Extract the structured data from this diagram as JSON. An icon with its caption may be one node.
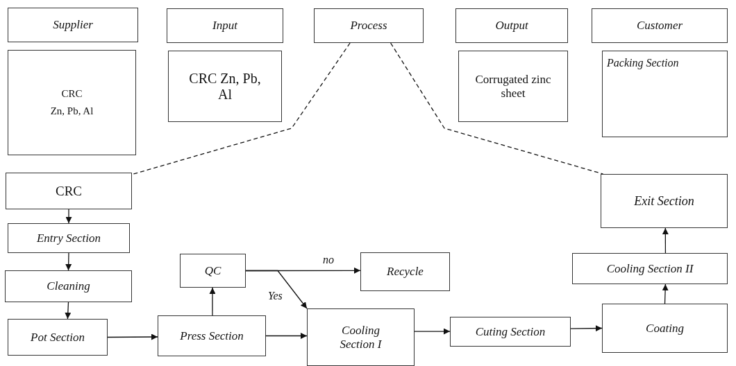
{
  "diagram": {
    "nodes": [
      {
        "text": [
          "Supplier"
        ]
      },
      {
        "text": [
          "Input"
        ]
      },
      {
        "text": [
          "Process"
        ]
      },
      {
        "text": [
          "Output"
        ]
      },
      {
        "text": [
          "Customer"
        ]
      },
      {
        "text": [
          "CRC",
          "Zn, Pb, Al"
        ]
      },
      {
        "text": [
          "CRC Zn, Pb, Al"
        ]
      },
      {
        "text": [
          "Corrugated zinc sheet"
        ]
      },
      {
        "text": [
          "Packing Section"
        ]
      },
      {
        "text": [
          "CRC"
        ]
      },
      {
        "text": [
          "Entry Section"
        ]
      },
      {
        "text": [
          "Cleaning"
        ]
      },
      {
        "text": [
          "Pot Section"
        ]
      },
      {
        "text": [
          "Press Section"
        ]
      },
      {
        "text": [
          "QC"
        ]
      },
      {
        "text": [
          "Recycle"
        ]
      },
      {
        "text": [
          "Cooling Section I"
        ]
      },
      {
        "text": [
          "Cuting Section"
        ]
      },
      {
        "text": [
          "Coating"
        ]
      },
      {
        "text": [
          "Cooling Section II"
        ]
      },
      {
        "text": [
          "Exit Section"
        ]
      }
    ],
    "edges": [
      {
        "from": 2,
        "to": 9,
        "arrow": "none",
        "style": "dashed"
      },
      {
        "from": 2,
        "to": 20,
        "arrow": "none",
        "style": "dashed"
      },
      {
        "from": 9,
        "to": 10,
        "arrow": "to"
      },
      {
        "from": 10,
        "to": 11,
        "arrow": "to"
      },
      {
        "from": 11,
        "to": 12,
        "arrow": "to"
      },
      {
        "from": 12,
        "to": 13,
        "arrow": "to"
      },
      {
        "from": 13,
        "to": 14,
        "arrow": "to"
      },
      {
        "from": 14,
        "to": 15,
        "arrow": "to",
        "label": "no"
      },
      {
        "from": 14,
        "to": 16,
        "arrow": "to",
        "label": "Yes"
      },
      {
        "from": 13,
        "to": 16,
        "arrow": "to"
      },
      {
        "from": 16,
        "to": 17,
        "arrow": "to"
      },
      {
        "from": 17,
        "to": 18,
        "arrow": "to"
      },
      {
        "from": 18,
        "to": 19,
        "arrow": "to"
      },
      {
        "from": 19,
        "to": 20,
        "arrow": "to"
      }
    ]
  }
}
